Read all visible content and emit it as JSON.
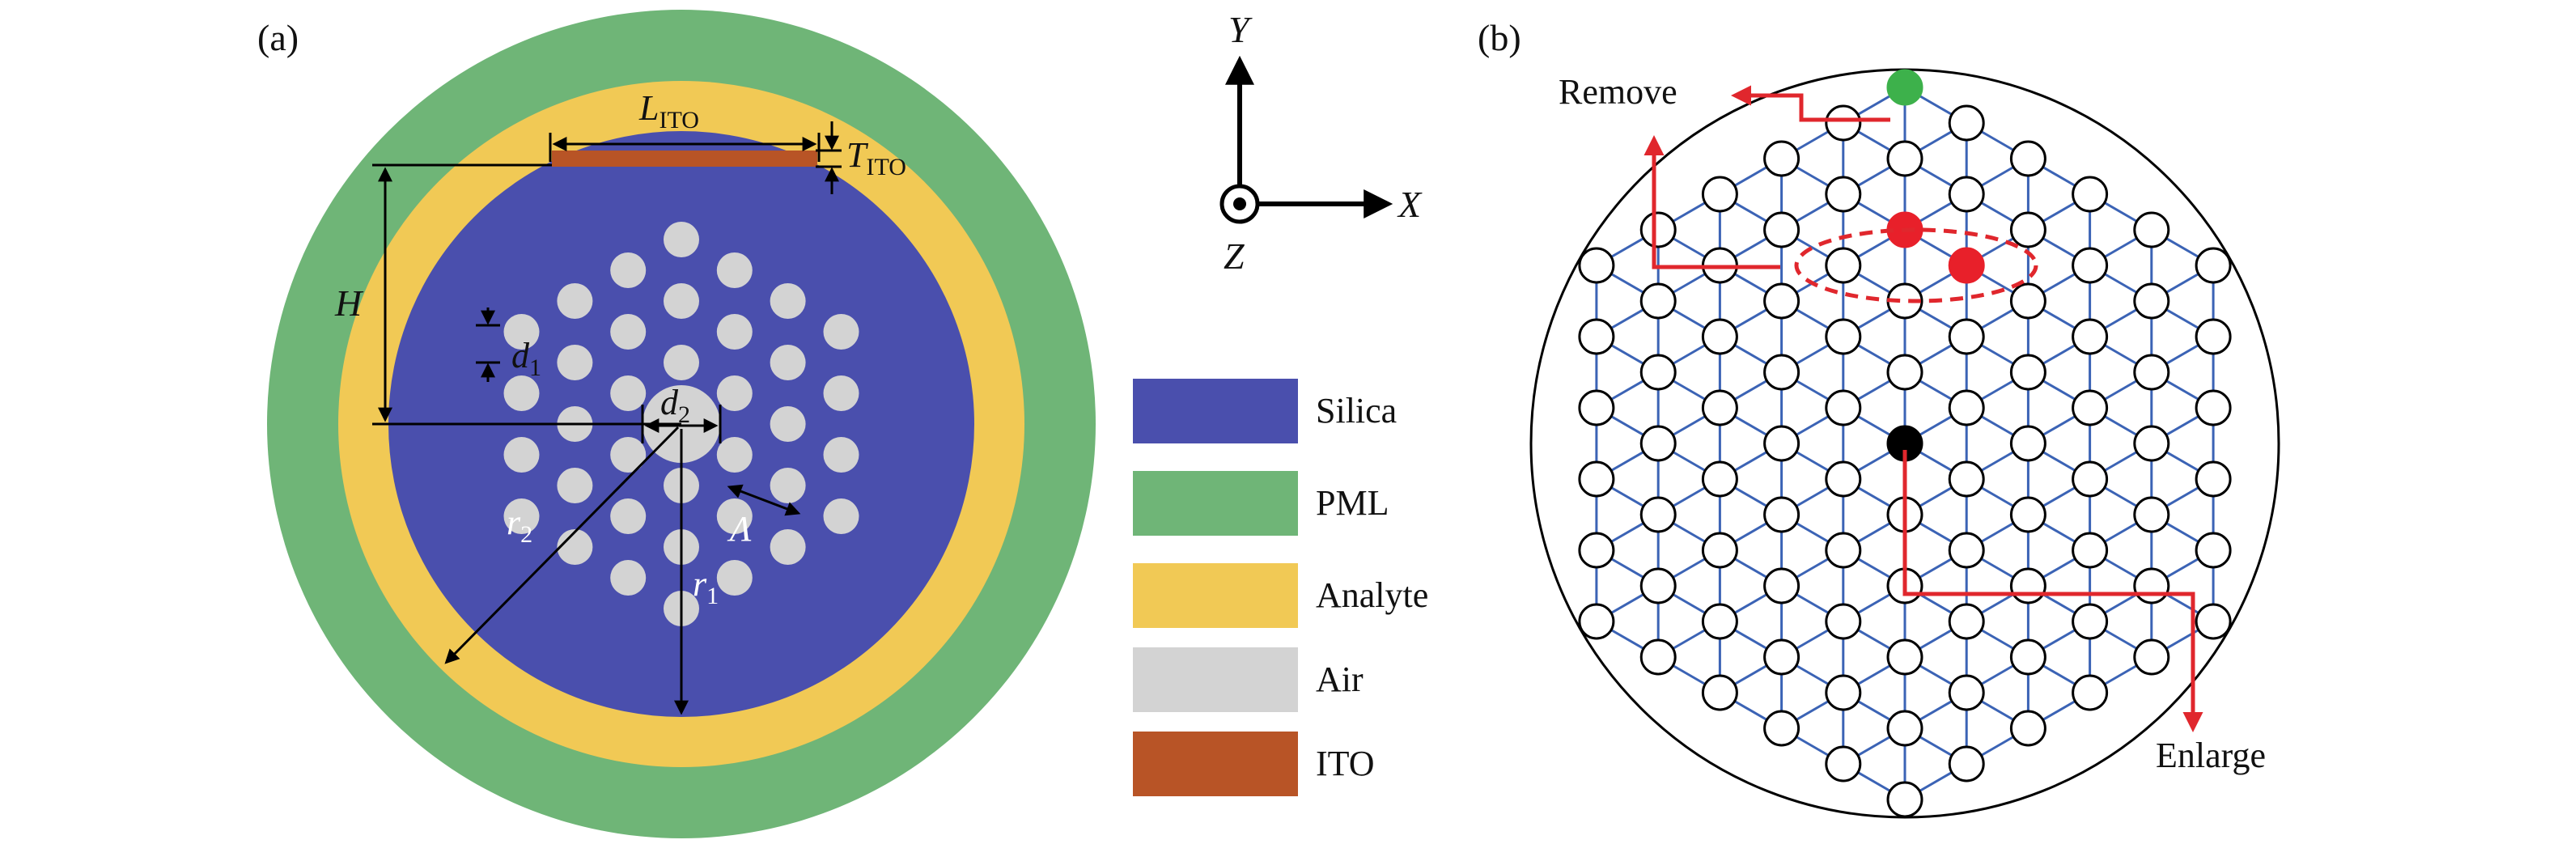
{
  "panel_a": {
    "tag": "(a)",
    "labels": {
      "L": "L",
      "L_sub": "ITO",
      "T": "T",
      "T_sub": "ITO",
      "H": "H",
      "d1": "d",
      "d1_sub": "1",
      "d2": "d",
      "d2_sub": "2",
      "r1": "r",
      "r1_sub": "1",
      "r2": "r",
      "r2_sub": "2",
      "lambda": "Λ"
    },
    "colors": {
      "silica": "#4a4fad",
      "pml": "#6fb577",
      "analyte": "#f1c955",
      "air": "#d3d3d3",
      "ito": "#b85426"
    }
  },
  "axes": {
    "y": "Y",
    "x": "X",
    "z": "Z"
  },
  "legend": [
    {
      "label": "Silica",
      "color": "#4a4fad"
    },
    {
      "label": "PML",
      "color": "#6fb577"
    },
    {
      "label": "Analyte",
      "color": "#f1c955"
    },
    {
      "label": "Air",
      "color": "#d3d3d3"
    },
    {
      "label": "ITO",
      "color": "#b85426"
    }
  ],
  "panel_b": {
    "tag": "(b)",
    "remove_label": "Remove",
    "enlarge_label": "Enlarge",
    "colors": {
      "edge": "#3b63b5",
      "arrow": "#e0272d",
      "removed_node": "#3db14b",
      "enlarged_node": "#e8202a",
      "center_node": "#000000"
    }
  }
}
